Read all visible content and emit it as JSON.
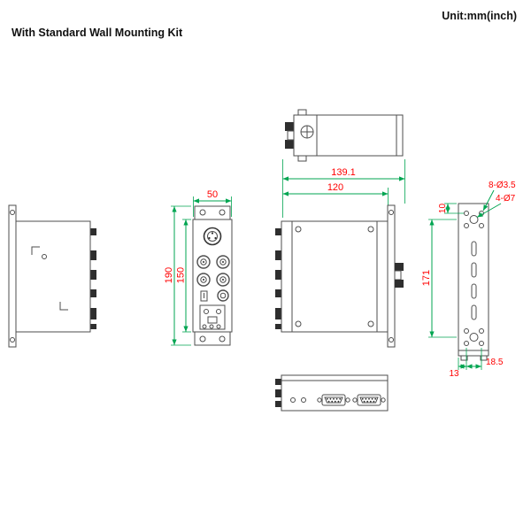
{
  "header": {
    "unit_label": "Unit:mm(inch)",
    "title": "With Standard Wall Mounting Kit"
  },
  "dimensions": {
    "depth_total": "139.1",
    "depth_body": "120",
    "width": "50",
    "height_total": "190",
    "height_body": "150",
    "plate_hole_top_offset": "10",
    "plate_hole_span": "171",
    "plate_small_holes": "8-Ø3.5",
    "plate_large_holes": "4-Ø7",
    "plate_bottom_left_offset": "13",
    "plate_bottom_hole_spacing": "18.5"
  },
  "colors": {
    "dimension_line": "#00a551",
    "dimension_text": "#ff0000",
    "drawing_line": "#4d4d4d",
    "background": "#ffffff"
  }
}
